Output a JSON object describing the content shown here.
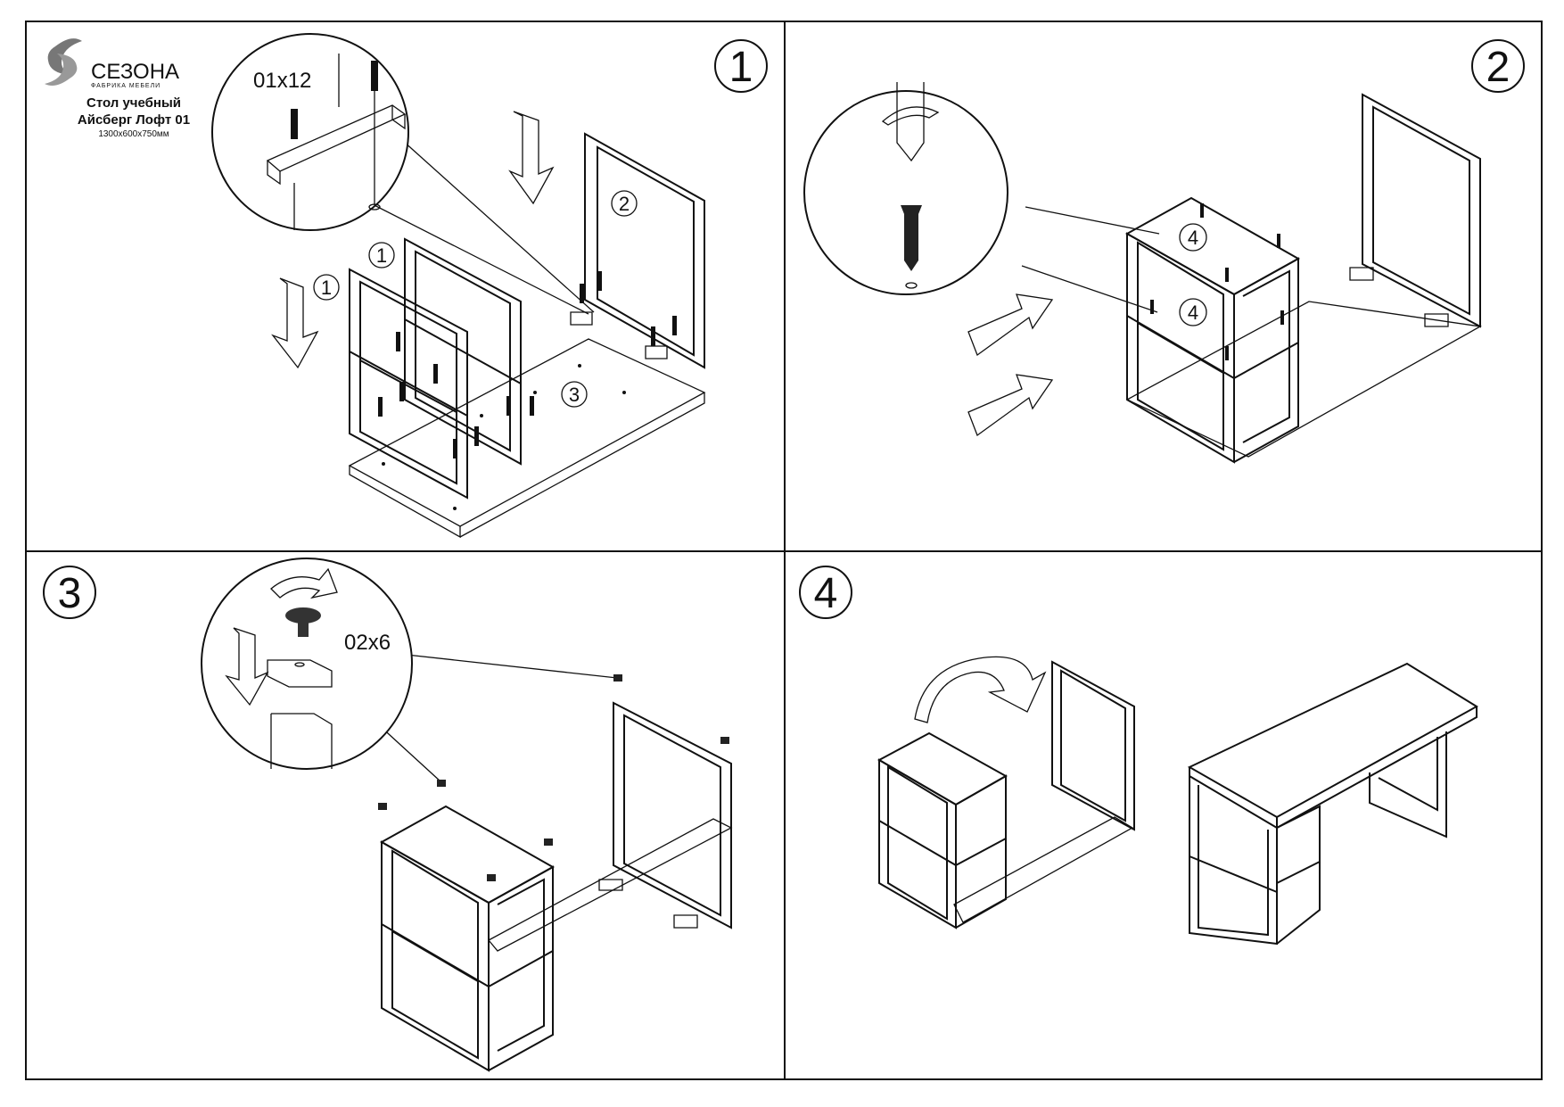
{
  "brand": {
    "name": "СЕЗОНА",
    "tagline": "ФАБРИКА МЕБЕЛИ",
    "product_line1": "Стол учебный",
    "product_line2": "Айсберг Лофт 01",
    "dimensions": "1300x600x750мм"
  },
  "steps": [
    {
      "number": "1",
      "fastener": "01x12",
      "callouts": [
        "1",
        "1",
        "2",
        "3"
      ]
    },
    {
      "number": "2",
      "callouts": [
        "4",
        "4"
      ]
    },
    {
      "number": "3",
      "fastener": "02x6"
    },
    {
      "number": "4"
    }
  ],
  "colors": {
    "ink": "#111111",
    "paper": "#ffffff"
  }
}
